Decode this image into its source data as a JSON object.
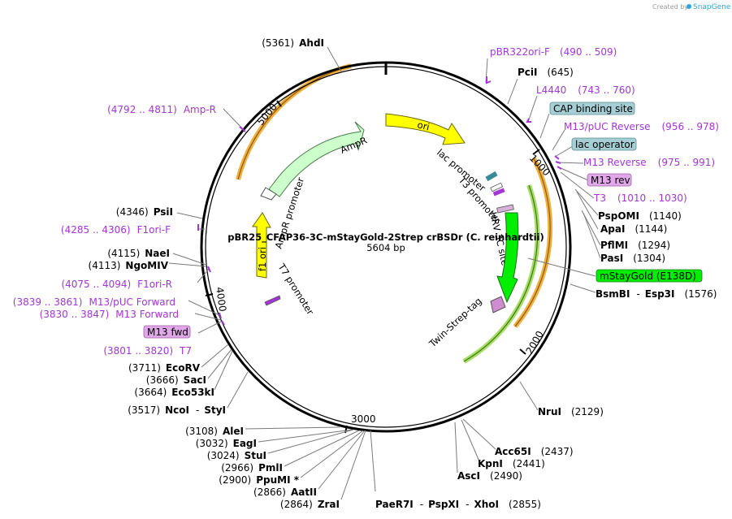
{
  "app": {
    "brand_prefix": "Created by",
    "brand_name": "SnapGene"
  },
  "plasmid": {
    "name": "pBR25_CFAP36-3C-mStayGold-2Strep crBSDr (C. reinhardtii)",
    "size": "5604 bp"
  },
  "ticks": [
    "1000",
    "2000",
    "3000",
    "4000",
    "5000"
  ],
  "enzymes": {
    "ahdI": {
      "pos": "(5361)",
      "name": "AhdI"
    },
    "pciI": {
      "name": "PciI",
      "pos": "(645)"
    },
    "pspOMI": {
      "name": "PspOMI",
      "pos": "(1140)"
    },
    "apaI": {
      "name": "ApaI",
      "pos": "(1144)"
    },
    "pflMI": {
      "name": "PflMI",
      "pos": "(1294)"
    },
    "pasI": {
      "name": "PasI",
      "pos": "(1304)"
    },
    "bsmBI": {
      "name": "BsmBI",
      "sep": "-",
      "name2": "Esp3I",
      "pos": "(1576)"
    },
    "nruI": {
      "name": "NruI",
      "pos": "(2129)"
    },
    "acc65I": {
      "name": "Acc65I",
      "pos": "(2437)"
    },
    "kpnI": {
      "name": "KpnI",
      "pos": "(2441)"
    },
    "ascI": {
      "name": "AscI",
      "pos": "(2490)"
    },
    "paeR7I": {
      "name": "PaeR7I",
      "sep1": "-",
      "name2": "PspXI",
      "sep2": "-",
      "name3": "XhoI",
      "pos": "(2855)"
    },
    "zraI": {
      "pos": "(2864)",
      "name": "ZraI"
    },
    "aatII": {
      "pos": "(2866)",
      "name": "AatII"
    },
    "ppuMI": {
      "pos": "(2900)",
      "name": "PpuMI *"
    },
    "pmlI": {
      "pos": "(2966)",
      "name": "PmlI"
    },
    "stuI": {
      "pos": "(3024)",
      "name": "StuI"
    },
    "eagI": {
      "pos": "(3032)",
      "name": "EagI"
    },
    "aleI": {
      "pos": "(3108)",
      "name": "AleI"
    },
    "ncoI": {
      "pos": "(3517)",
      "name": "NcoI",
      "sep": "-",
      "name2": "StyI"
    },
    "eco53kI": {
      "pos": "(3664)",
      "name": "Eco53kI"
    },
    "sacI": {
      "pos": "(3666)",
      "name": "SacI"
    },
    "ecoRV": {
      "pos": "(3711)",
      "name": "EcoRV"
    },
    "ngoMIV": {
      "pos": "(4113)",
      "name": "NgoMIV"
    },
    "naeI": {
      "pos": "(4115)",
      "name": "NaeI"
    },
    "psiI": {
      "pos": "(4346)",
      "name": "PsiI"
    }
  },
  "primers": {
    "pbr322ori": {
      "name": "pBR322ori-F",
      "range": "(490 .. 509)"
    },
    "l4440": {
      "name": "L4440",
      "range": "(743 .. 760)"
    },
    "m13pucRev": {
      "name": "M13/pUC Reverse",
      "range": "(956 .. 978)"
    },
    "m13rev": {
      "name": "M13 Reverse",
      "range": "(975 .. 991)"
    },
    "t3": {
      "name": "T3",
      "range": "(1010 .. 1030)"
    },
    "ampR": {
      "range": "(4792 .. 4811)",
      "name": "Amp-R"
    },
    "f1oriF": {
      "range": "(4285 .. 4306)",
      "name": "F1ori-F"
    },
    "f1oriR": {
      "range": "(4075 .. 4094)",
      "name": "F1ori-R"
    },
    "m13pucFwd": {
      "range": "(3839 .. 3861)",
      "name": "M13/pUC Forward"
    },
    "m13fwdPrimer": {
      "range": "(3830 .. 3847)",
      "name": "M13 Forward"
    },
    "t7": {
      "range": "(3801 .. 3820)",
      "name": "T7"
    }
  },
  "boxed": {
    "cap": "CAP binding site",
    "lacOp": "lac operator",
    "m13rev": "M13 rev",
    "mStayGold": "mStayGold (E138D)",
    "m13fwd": "M13 fwd"
  },
  "features": {
    "ori": "ori",
    "ampR": "AmpR",
    "ampRPromoter": "AmpR promoter",
    "f1ori": "f1 ori",
    "t7Promoter": "T7 promoter",
    "lacPromoter": "lac promoter",
    "t3Promoter": "T3 promoter",
    "hrv3c": "HRV 3C site",
    "twinStrep": "Twin-Strep-tag"
  },
  "colors": {
    "ori": "#ffff00",
    "ampR": "#ccffcc",
    "mStayGold": "#00ee00",
    "twinStrep": "#d08cd0",
    "primer": "#a335d6",
    "orfOrange": "#f0b040",
    "orfGreen": "#88cc44",
    "boxBlue": "#a6cfd5",
    "boxPurple": "#e0a8e8"
  }
}
